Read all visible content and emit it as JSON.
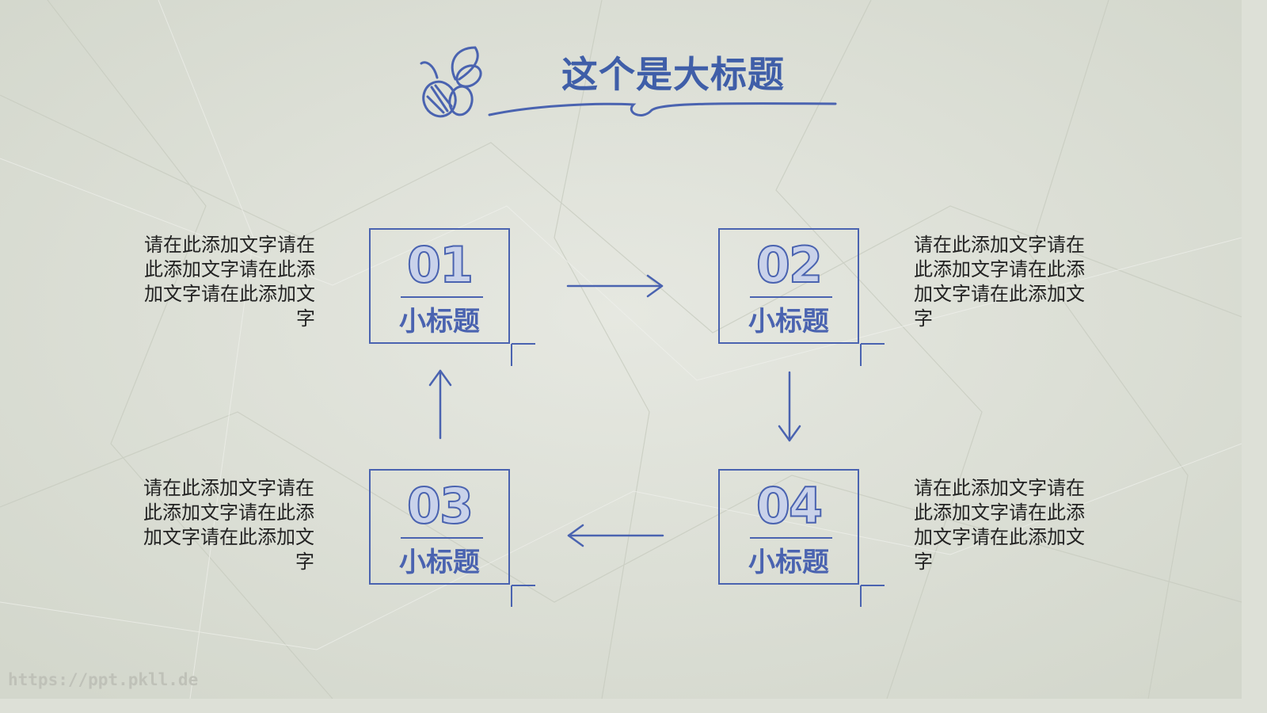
{
  "title": "这个是大标题",
  "steps": [
    {
      "number": "01",
      "subtitle": "小标题",
      "text": "请在此添加文字请在此添加文字请在此添加文字请在此添加文字"
    },
    {
      "number": "02",
      "subtitle": "小标题",
      "text": "请在此添加文字请在此添加文字请在此添加文字请在此添加文字"
    },
    {
      "number": "03",
      "subtitle": "小标题",
      "text": "请在此添加文字请在此添加文字请在此添加文字请在此添加文字"
    },
    {
      "number": "04",
      "subtitle": "小标题",
      "text": "请在此添加文字请在此添加文字请在此添加文字请在此添加文字"
    }
  ],
  "watermark": "https://ppt.pkll.de",
  "icons": [
    "butterfly-icon",
    "arrow-right-icon",
    "arrow-down-icon",
    "arrow-left-icon",
    "arrow-up-icon"
  ],
  "colors": {
    "accent": "#4a63b0",
    "background": "#dde0d7",
    "text": "#222222"
  }
}
